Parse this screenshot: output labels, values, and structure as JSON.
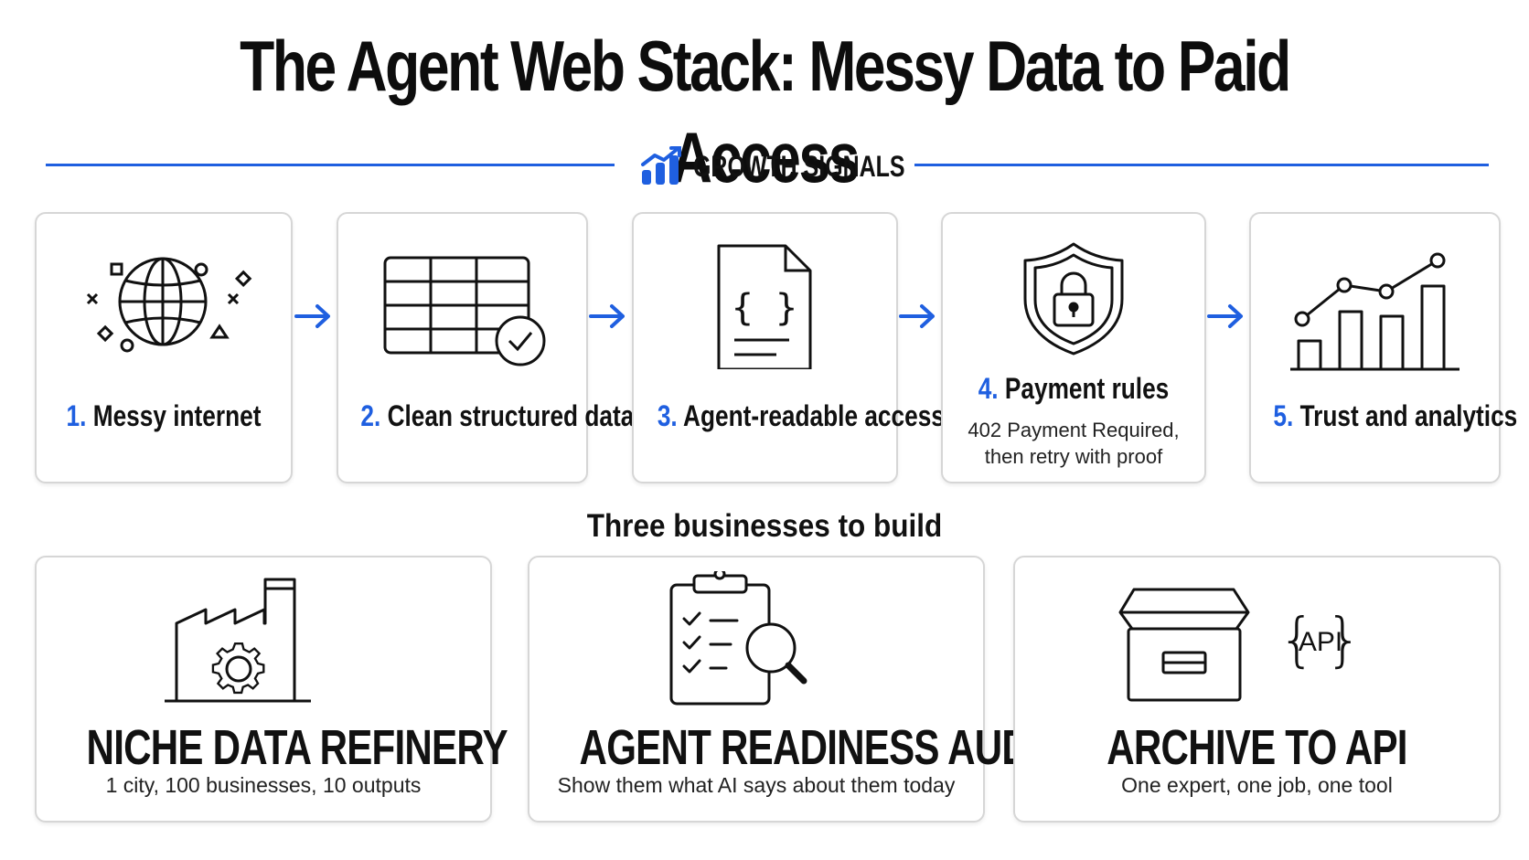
{
  "title": "The Agent Web Stack: Messy Data to Paid Access",
  "banner": {
    "label": "GROWTH SIGNALS",
    "icon": "growth-chart-icon"
  },
  "colors": {
    "accent": "#1f5fe0",
    "text": "#111111",
    "border": "#d6d6d6"
  },
  "steps": [
    {
      "num": "1.",
      "label": "Messy internet",
      "icon": "globe-icon"
    },
    {
      "num": "2.",
      "label": "Clean structured data",
      "icon": "table-check-icon"
    },
    {
      "num": "3.",
      "label": "Agent-readable access",
      "icon": "code-document-icon"
    },
    {
      "num": "4.",
      "label": "Payment rules",
      "desc_line1": "402 Payment Required,",
      "desc_line2": "then retry with proof",
      "icon": "shield-lock-icon"
    },
    {
      "num": "5.",
      "label": "Trust and analytics",
      "icon": "bar-line-chart-icon"
    }
  ],
  "section_title": "Three businesses to build",
  "businesses": [
    {
      "title": "NICHE DATA REFINERY",
      "subtitle": "1 city, 100 businesses, 10 outputs",
      "icon": "factory-gear-icon"
    },
    {
      "title": "AGENT READINESS AUDIT",
      "subtitle": "Show them what AI says about them today",
      "icon": "clipboard-search-icon"
    },
    {
      "title": "ARCHIVE TO API",
      "subtitle": "One expert, one job, one tool",
      "icon": "archive-box-icon",
      "badge": "API"
    }
  ]
}
